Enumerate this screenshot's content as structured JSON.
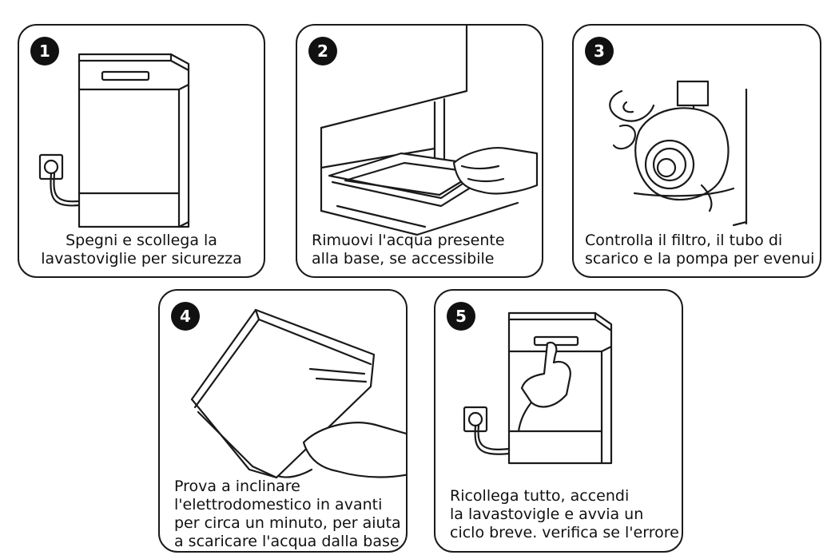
{
  "steps": [
    {
      "number": "1",
      "caption": [
        "Spegni e scollega la",
        "lavastoviglie per sicurezza"
      ]
    },
    {
      "number": "2",
      "caption": [
        "Rimuovi l'acqua presente",
        "alla base, se accessibile"
      ]
    },
    {
      "number": "3",
      "caption": [
        "Controlla il filtro, il tubo di",
        "scarico e la pompa per evenui"
      ]
    },
    {
      "number": "4",
      "caption": [
        "Prova a inclinare",
        "l'elettrodomestico in avanti",
        "per circa un minuto, per aiuta",
        "a scaricare l'acqua dalla base"
      ]
    },
    {
      "number": "5",
      "caption": [
        "Ricollega tutto, accendi",
        "la lavastovigle e avvia un",
        "ciclo breve. verifica se l'errore"
      ]
    }
  ]
}
